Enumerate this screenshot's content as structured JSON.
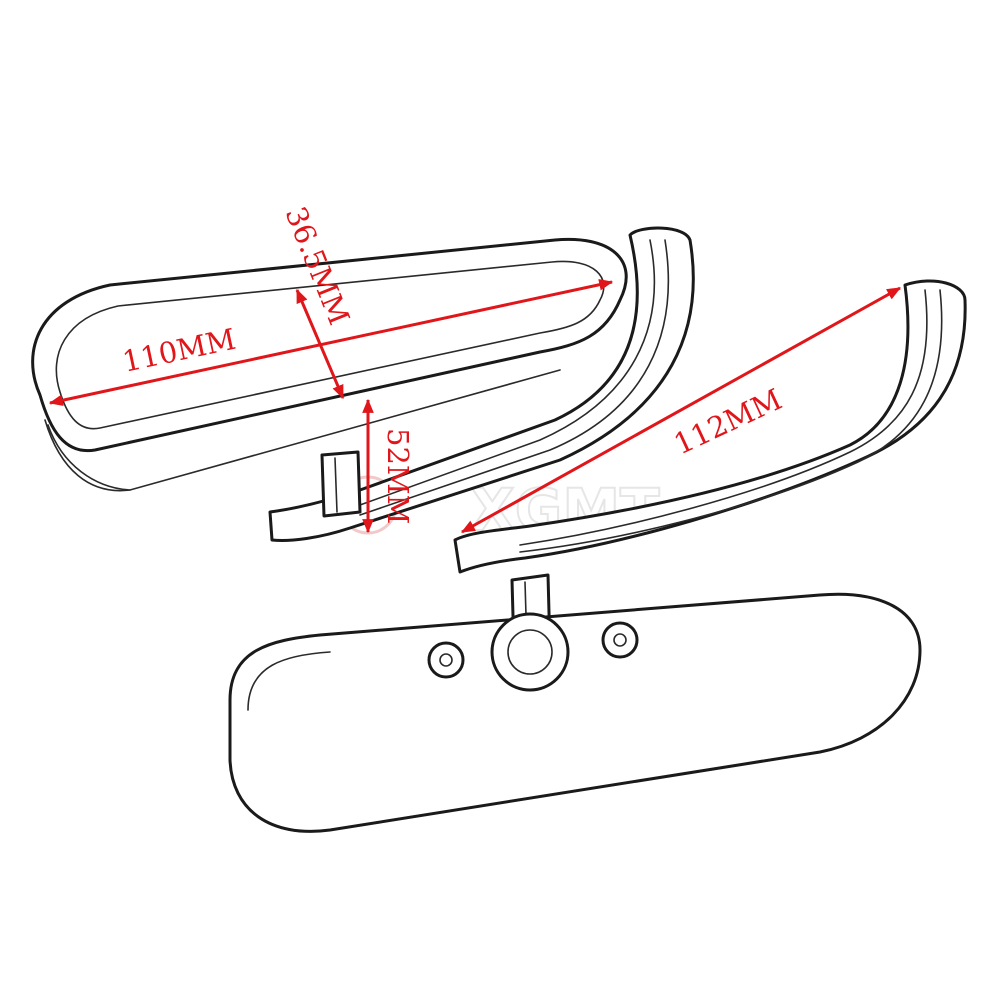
{
  "colors": {
    "dimension": "#e0161a",
    "outline": "#1a1a1a",
    "watermark": "#e6e6e6"
  },
  "dimensions": {
    "mirror_length": "110MM",
    "mirror_height": "36.5MM",
    "stem_height": "52MM",
    "arm_length": "112MM"
  },
  "watermark": {
    "text": "XGMT"
  }
}
